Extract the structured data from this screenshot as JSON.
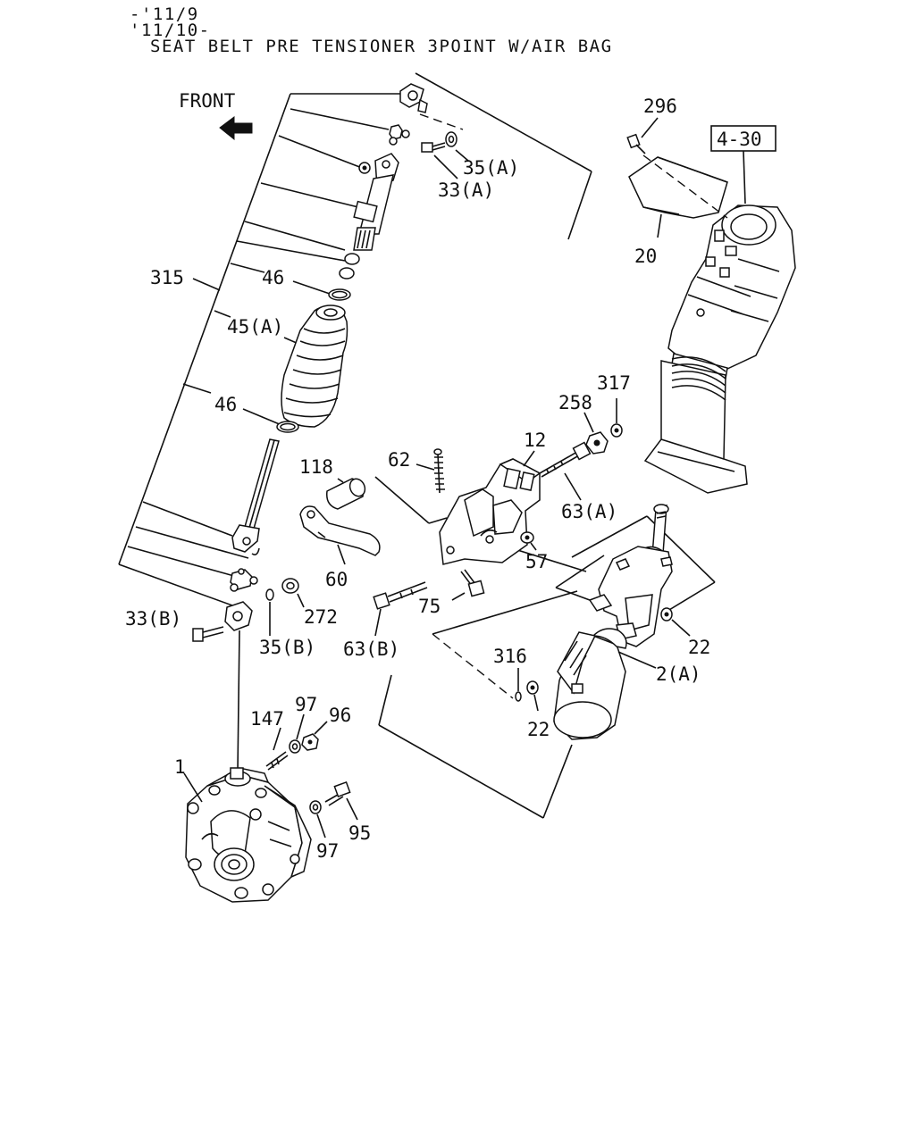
{
  "header": {
    "line1": "-'11/9",
    "line2": "'11/10-",
    "title": "SEAT BELT PRE TENSIONER 3POINT W/AIR BAG"
  },
  "front_label": "FRONT",
  "reference_box": "4-30",
  "callouts": {
    "c296": "296",
    "c20": "20",
    "c35a": "35(A)",
    "c33a": "33(A)",
    "c315": "315",
    "c46a": "46",
    "c45a": "45(A)",
    "c46b": "46",
    "c317": "317",
    "c258": "258",
    "c12": "12",
    "c118": "118",
    "c62": "62",
    "c63a": "63(A)",
    "c57": "57",
    "c60": "60",
    "c272": "272",
    "c33b": "33(B)",
    "c35b": "35(B)",
    "c63b": "63(B)",
    "c75": "75",
    "c22a": "22",
    "c316": "316",
    "c2a": "2(A)",
    "c22b": "22",
    "c147": "147",
    "c97a": "97",
    "c96": "96",
    "c1": "1",
    "c95": "95",
    "c97b": "97"
  }
}
